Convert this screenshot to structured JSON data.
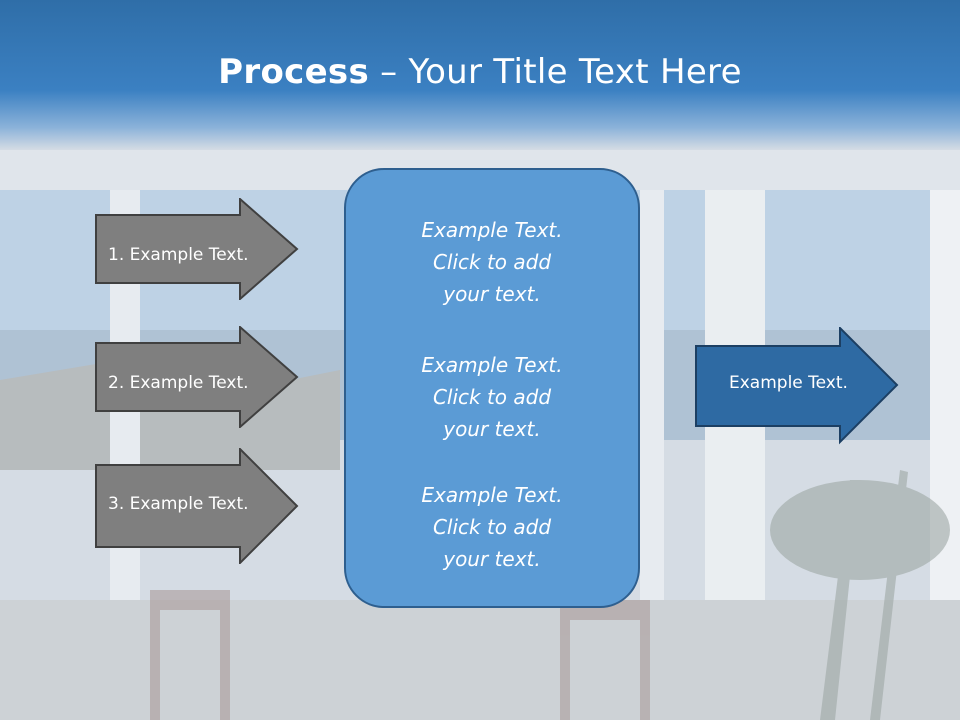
{
  "slide": {
    "title_bold": "Process",
    "title_rest": " – Your Title Text Here",
    "left_arrows": [
      {
        "label": "1. Example Text."
      },
      {
        "label": "2. Example Text."
      },
      {
        "label": "3. Example Text."
      }
    ],
    "center_items": [
      {
        "line1": "Example Text.",
        "line2": "Click  to add",
        "line3": "your text."
      },
      {
        "line1": "Example Text.",
        "line2": "Click  to add",
        "line3": "your text."
      },
      {
        "line1": "Example Text.",
        "line2": "Click  to add",
        "line3": "your text."
      }
    ],
    "right_arrow": {
      "label": "Example Text."
    }
  },
  "colors": {
    "title_band": "#3b80c2",
    "left_arrow_fill": "#7f7f7f",
    "center_box_fill": "#5b9bd5",
    "right_arrow_fill": "#2e6aa3"
  }
}
